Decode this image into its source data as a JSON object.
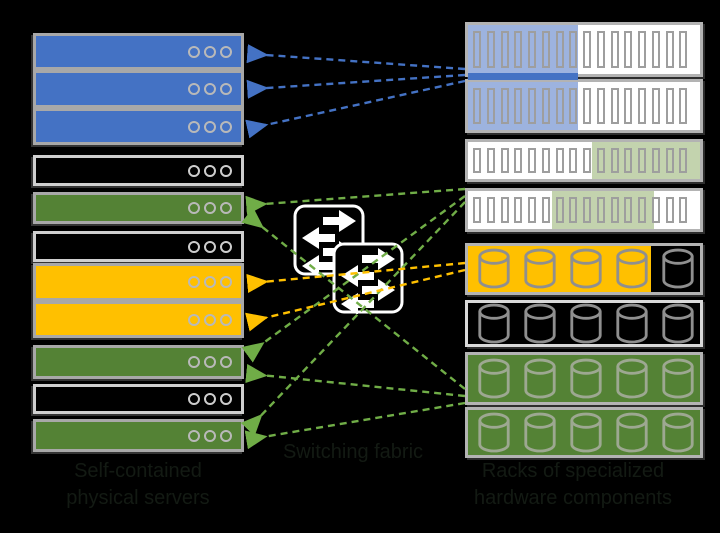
{
  "canvas": {
    "background": "#000000"
  },
  "colors": {
    "server_blue": "#4472C4",
    "server_green": "#548235",
    "server_yellow": "#FFC000",
    "rack_fill_white": "#FFFFFF",
    "highlight_blue": "#9DB3DF",
    "highlight_green": "#C3D3AE",
    "highlight_yellow": "#FFC000",
    "blue_separator": "#4472C4",
    "arrow_blue": "#4472C4",
    "arrow_green": "#70AD47",
    "arrow_yellow": "#FFC000",
    "switch_fill": "#000000",
    "switch_border": "#FFFFFF",
    "switch_arrow": "#FFFFFF"
  },
  "labels": {
    "left": {
      "line1": "Self-contained",
      "line2": "physical servers"
    },
    "middle": "Switching fabric",
    "right": {
      "line1": "Racks of specialized",
      "line2": "hardware components"
    }
  },
  "left_column": {
    "servers": [
      {
        "id": "blue-server-1",
        "color": "blue"
      },
      {
        "id": "blue-server-2",
        "color": "blue"
      },
      {
        "id": "blue-server-3",
        "color": "blue"
      },
      {
        "id": "white-server-1",
        "color": "white"
      },
      {
        "id": "green-server-1",
        "color": "green"
      },
      {
        "id": "white-server-2",
        "color": "white"
      },
      {
        "id": "yellow-server-1",
        "color": "yellow"
      },
      {
        "id": "yellow-server-2",
        "color": "yellow"
      },
      {
        "id": "green-server-2",
        "color": "green"
      },
      {
        "id": "white-server-3",
        "color": "white"
      },
      {
        "id": "green-server-3",
        "color": "green"
      }
    ]
  },
  "right_column": {
    "racks": [
      {
        "id": "slot-rack-1",
        "kind": "slots",
        "slot_count": 16,
        "fill": "white",
        "highlight": {
          "color": "highlight_blue",
          "from": 0,
          "to": 0.475
        }
      },
      {
        "id": "slot-rack-2",
        "kind": "slots",
        "slot_count": 16,
        "fill": "white",
        "highlight": {
          "color": "highlight_blue",
          "from": 0,
          "to": 0.475
        }
      },
      {
        "id": "slot-rack-3",
        "kind": "slots",
        "slot_count": 16,
        "fill": "white",
        "highlight": {
          "color": "highlight_green",
          "from": 0.535,
          "to": 1
        }
      },
      {
        "id": "slot-rack-4",
        "kind": "slots",
        "slot_count": 16,
        "fill": "white",
        "highlight": {
          "color": "highlight_green",
          "from": 0.36,
          "to": 0.8
        }
      },
      {
        "id": "disk-rack-1",
        "kind": "disks",
        "disk_count": 5,
        "fill": "none",
        "highlight": {
          "color": "highlight_yellow",
          "from": 0,
          "to": 0.79
        }
      },
      {
        "id": "disk-rack-2",
        "kind": "disks",
        "disk_count": 5,
        "fill": "none",
        "highlight": null
      },
      {
        "id": "disk-rack-3",
        "kind": "disks",
        "disk_count": 5,
        "fill": "green",
        "highlight": null
      },
      {
        "id": "disk-rack-4",
        "kind": "disks",
        "disk_count": 5,
        "fill": "green",
        "highlight": null
      }
    ]
  },
  "switches": {
    "count": 2,
    "icon": "network-switch-icon"
  },
  "connections": [
    {
      "id": "blue-1",
      "color": "arrow_blue",
      "from": "slot-rack-1",
      "to": "blue-server-1"
    },
    {
      "id": "blue-2",
      "color": "arrow_blue",
      "from": "slot-rack-1",
      "to": "blue-server-2"
    },
    {
      "id": "blue-3",
      "color": "arrow_blue",
      "from": "slot-rack-2",
      "to": "blue-server-3"
    },
    {
      "id": "green-1",
      "color": "arrow_green",
      "from": "slot-rack-4",
      "to": "green-server-1"
    },
    {
      "id": "green-2",
      "color": "arrow_green",
      "from": "slot-rack-4",
      "to": "green-server-2"
    },
    {
      "id": "green-3",
      "color": "arrow_green",
      "from": "slot-rack-4",
      "to": "green-server-3"
    },
    {
      "id": "green-4",
      "color": "arrow_green",
      "from": "disk-rack-3",
      "to": "green-server-1"
    },
    {
      "id": "green-5",
      "color": "arrow_green",
      "from": "disk-rack-3",
      "to": "green-server-2"
    },
    {
      "id": "green-6",
      "color": "arrow_green",
      "from": "disk-rack-3",
      "to": "green-server-3"
    },
    {
      "id": "yellow-1",
      "color": "arrow_yellow",
      "from": "disk-rack-1",
      "to": "yellow-server-1"
    },
    {
      "id": "yellow-2",
      "color": "arrow_yellow",
      "from": "disk-rack-1",
      "to": "yellow-server-2"
    }
  ]
}
